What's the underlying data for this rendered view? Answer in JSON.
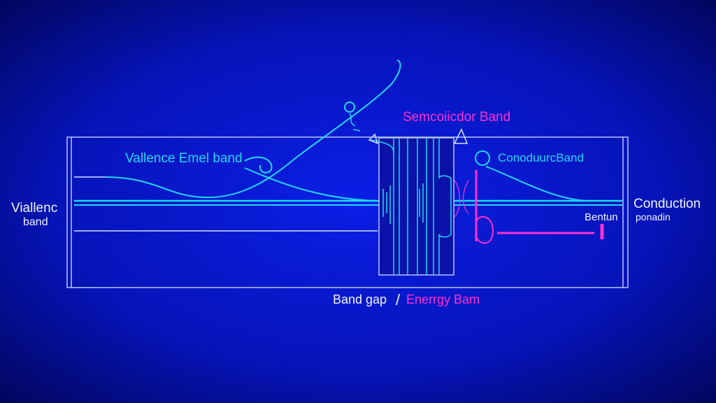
{
  "title": "Semcoiicdor Band",
  "labels": {
    "valence_inner": "Vallence Emel band",
    "valence_left_line1": "Viallenc",
    "valence_left_line2": "band",
    "conduction_inner": "ConoduurcBand",
    "conduction_right": "Conduction",
    "bentun": "Bentun",
    "ponadin": "ponadin",
    "band_gap": "Band gap",
    "separator": "/",
    "energy": "Enerrgy Bam"
  },
  "colors": {
    "cyan": "#22d8f0",
    "magenta": "#ff30d0",
    "frame": "#b8c4ff",
    "white": "#f0f4ff"
  }
}
